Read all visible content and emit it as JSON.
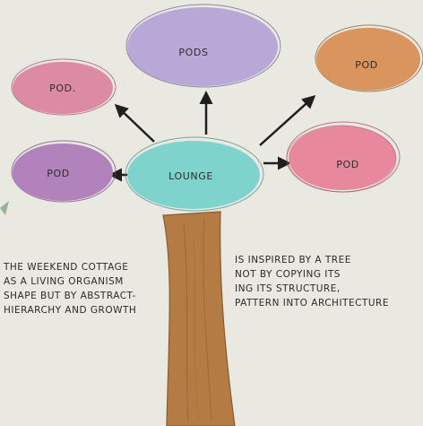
{
  "diagram": {
    "center": {
      "label": "LOUNGE",
      "color": "#7ed3cc"
    },
    "trunk_color": "#b57b45",
    "pods": [
      {
        "id": "left-top",
        "label": "POD.",
        "color": "#dd8aa5"
      },
      {
        "id": "top",
        "label": "PODS",
        "color": "#b8a8d8"
      },
      {
        "id": "right-top",
        "label": "POD",
        "color": "#d9955d"
      },
      {
        "id": "left-bottom",
        "label": "POD",
        "color": "#b282bc"
      },
      {
        "id": "right-bottom",
        "label": "POD",
        "color": "#e7889d"
      }
    ]
  },
  "notes": {
    "left": [
      "THE WEEKEND COTTAGE",
      "AS A LIVING ORGANISM",
      "SHAPE BUT BY ABSTRACT-",
      "HIERARCHY AND GROWTH"
    ],
    "right": [
      "IS INSPIRED BY A TREE",
      "NOT BY COPYING ITS",
      "ING ITS STRUCTURE,",
      "PATTERN INTO ARCHITECTURE"
    ]
  }
}
